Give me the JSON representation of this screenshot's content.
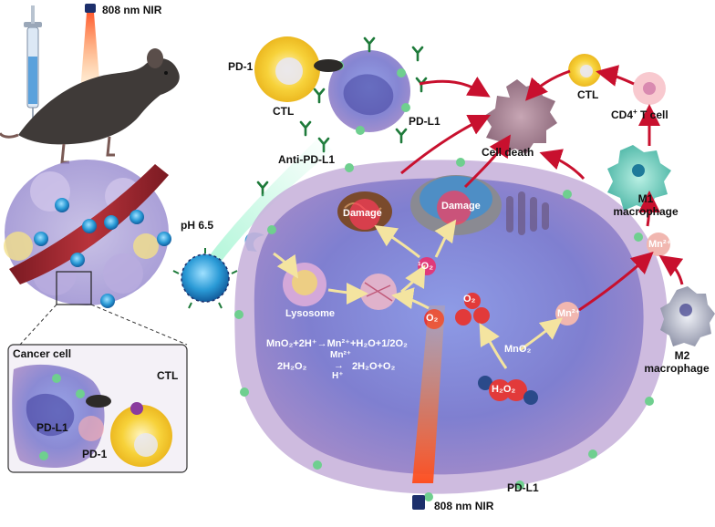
{
  "labels": {
    "nir_top": "808 nm NIR",
    "nir_bottom": "808 nm NIR",
    "pd1_top": "PD-1",
    "ctl_top": "CTL",
    "pdl1_top": "PD-L1",
    "anti_pdl1": "Anti-PD-L1",
    "ph": "pH 6.5",
    "ctl_right": "CTL",
    "cd4": "CD4",
    "cd4_sup": "+",
    "cd4_suffix": " T cell",
    "cell_death": "Cell death",
    "m1_line1": "M1",
    "m1_line2": "macrophage",
    "m2_line1": "M2",
    "m2_line2": "macrophage",
    "damage_left": "Damage",
    "damage_right": "Damage",
    "singlet_o2": "¹O₂",
    "lysosome": "Lysosome",
    "mn_cell": "Mn²⁺",
    "mn_outside": "Mn²⁺",
    "o2_a": "O₂",
    "o2_b": "O₂",
    "mno2": "MnO₂",
    "h2o2": "H₂O₂",
    "eq1": "MnO₂+2H⁺→Mn²⁺+H₂O+1/2O₂",
    "eq2_left": "2H₂O₂",
    "eq2_mn": "Mn²⁺",
    "eq2_arrow": "→",
    "eq2_h": "H⁺",
    "eq2_right": "2H₂O+O₂",
    "inset_cancer": "Cancer cell",
    "inset_ctl": "CTL",
    "inset_pdl1": "PD-L1",
    "inset_pd1": "PD-1",
    "pdl1_bottom": "PD-L1"
  },
  "colors": {
    "arrow_red": "#c8102e",
    "arrow_yellow": "#f4e4a0",
    "cell_purple": "#8a7cc9",
    "ctl_yellow": "#f7d23a",
    "laser": "#ff4a1a",
    "nanoparticle": "#2a9ad6",
    "receptor_green": "#6fcf8f"
  }
}
